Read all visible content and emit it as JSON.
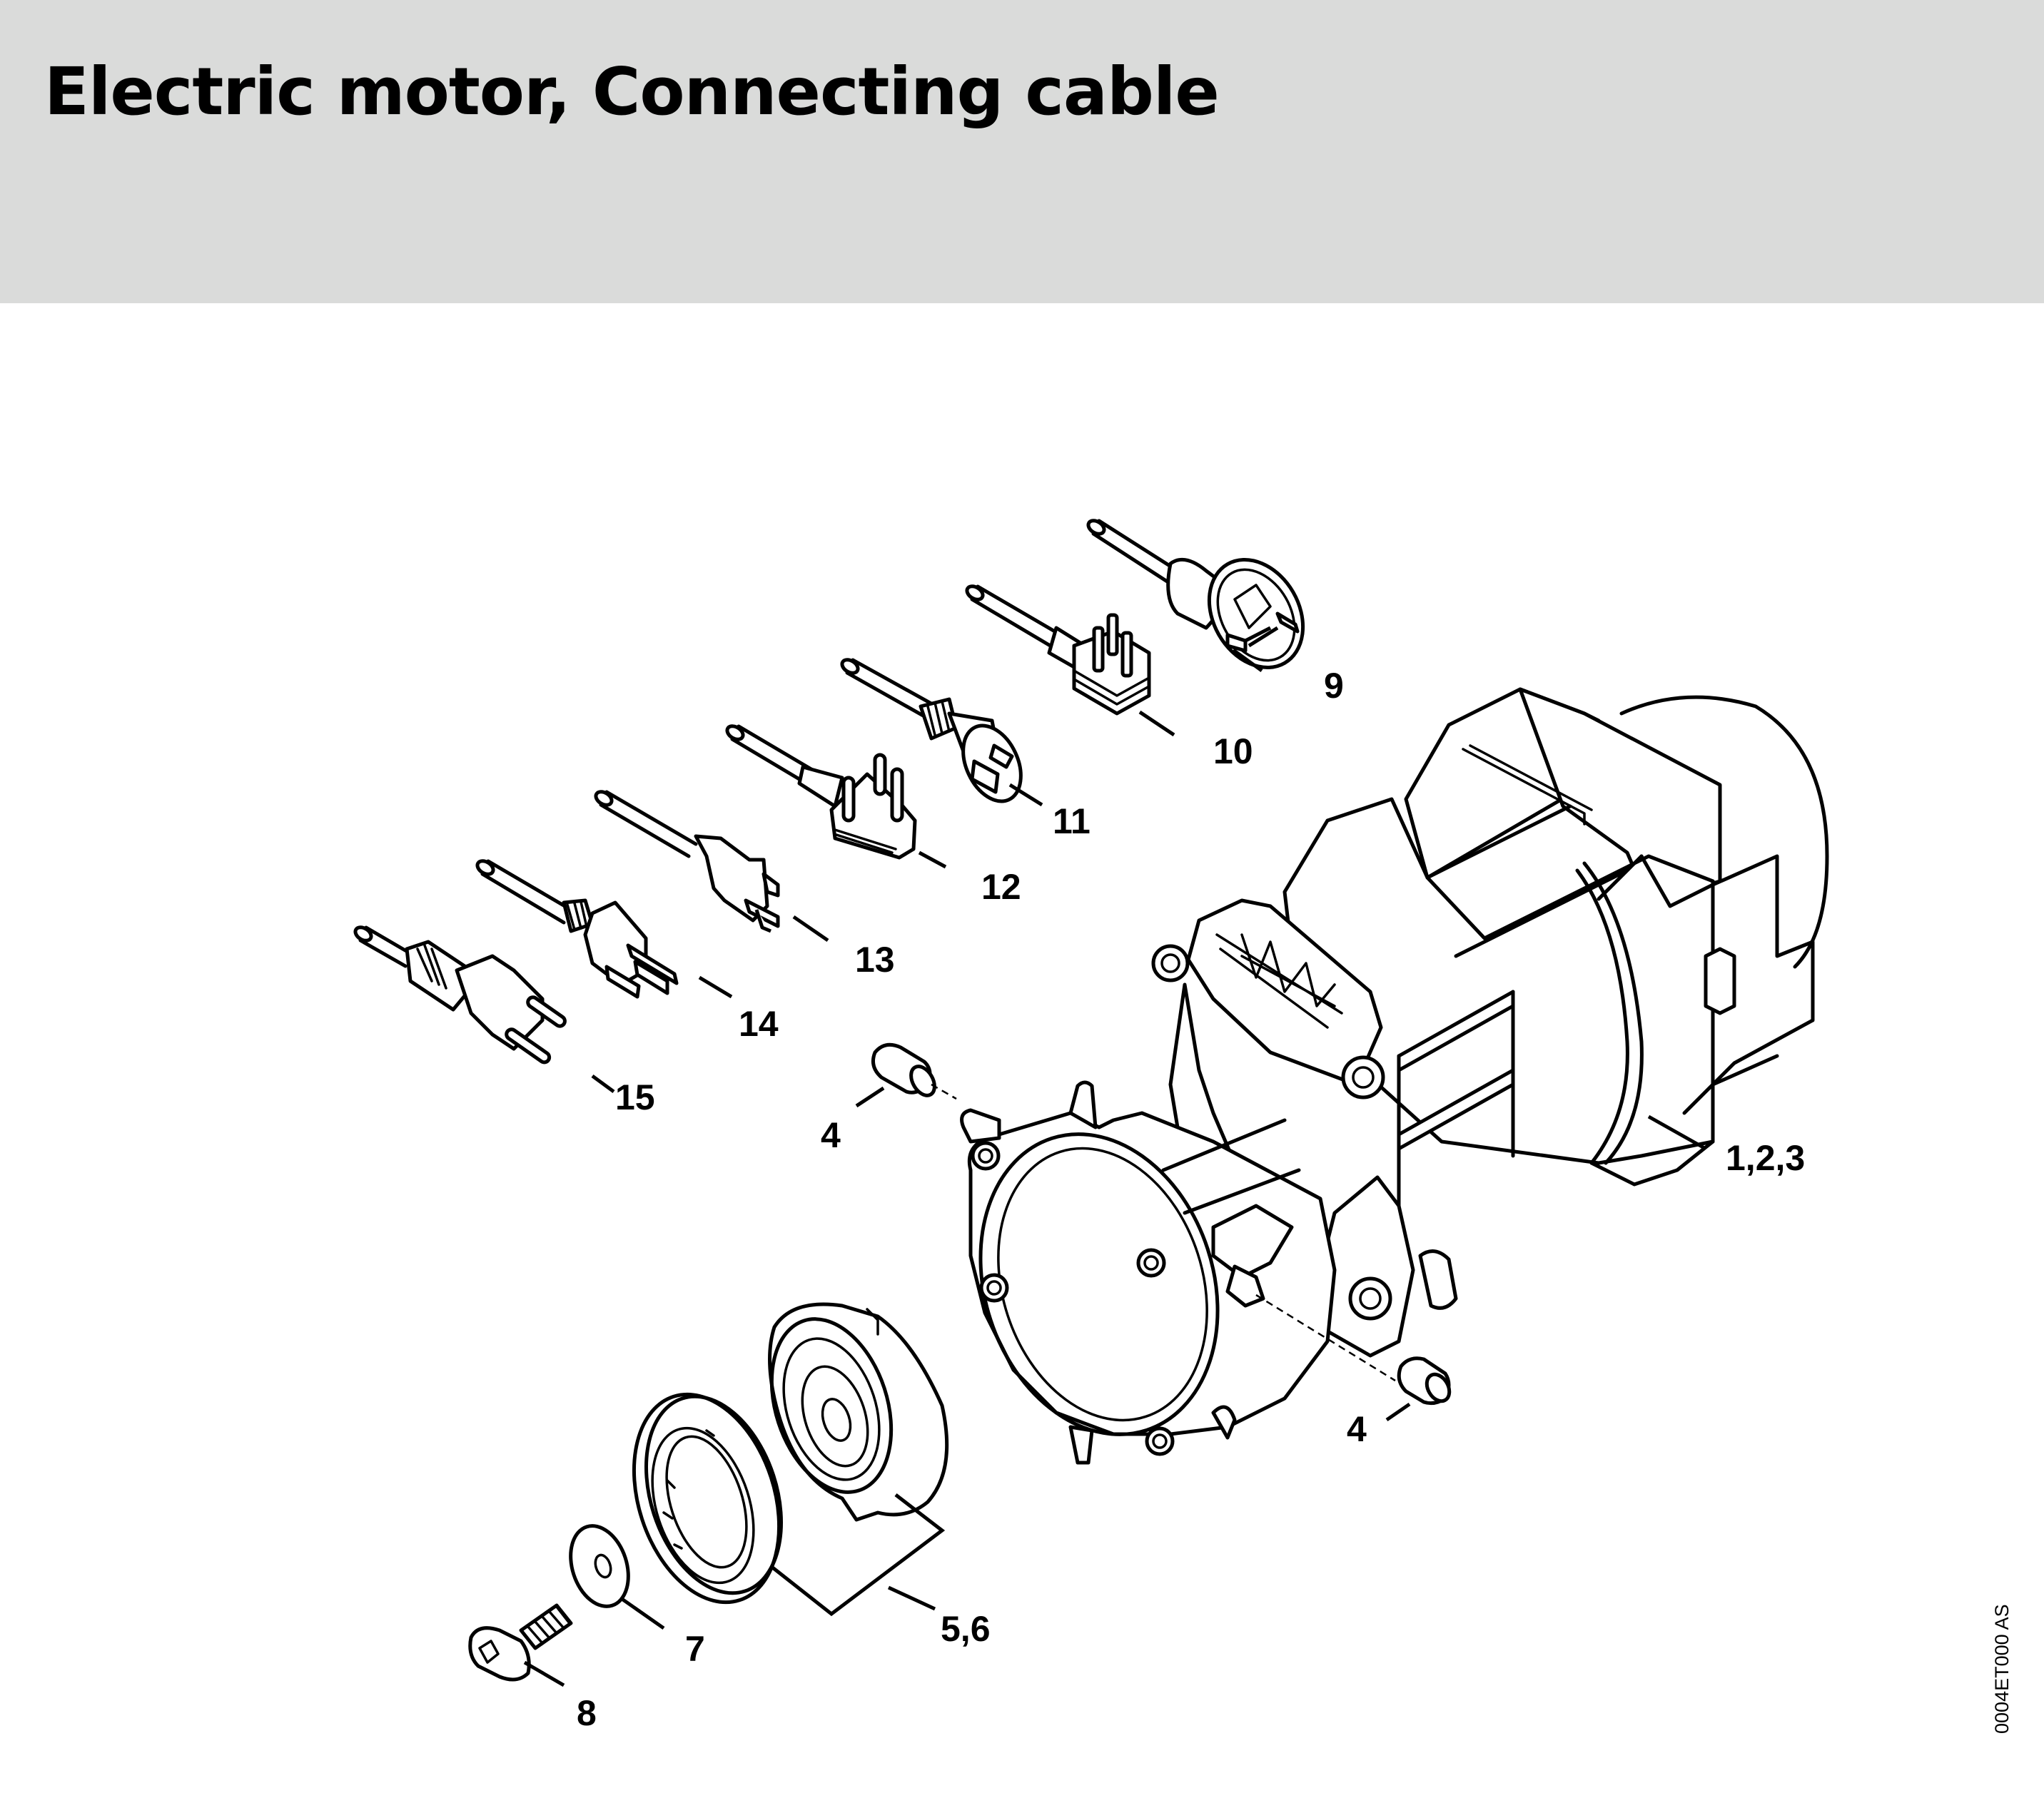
{
  "page": {
    "title": "Electric motor, Connecting cable",
    "drawing_code": "0004ET000 AS",
    "header_color": "#dadbda"
  },
  "callouts": [
    {
      "id": "9",
      "label": "9",
      "part": "plug-europe-schuko"
    },
    {
      "id": "10",
      "label": "10",
      "part": "plug-uk"
    },
    {
      "id": "11",
      "label": "11",
      "part": "plug-australia"
    },
    {
      "id": "12",
      "label": "12",
      "part": "plug-south-africa"
    },
    {
      "id": "13",
      "label": "13",
      "part": "plug-north-america"
    },
    {
      "id": "14",
      "label": "14",
      "part": "plug-north-america-grounded"
    },
    {
      "id": "15",
      "label": "15",
      "part": "plug-switzerland"
    },
    {
      "id": "4a",
      "label": "4",
      "part": "sleeve-upper"
    },
    {
      "id": "4b",
      "label": "4",
      "part": "sleeve-lower"
    },
    {
      "id": "123",
      "label": "1,2,3",
      "part": "electric-motor"
    },
    {
      "id": "56",
      "label": "5,6",
      "part": "bearing-and-flange"
    },
    {
      "id": "7",
      "label": "7",
      "part": "washer"
    },
    {
      "id": "8",
      "label": "8",
      "part": "socket-head-screw"
    }
  ]
}
